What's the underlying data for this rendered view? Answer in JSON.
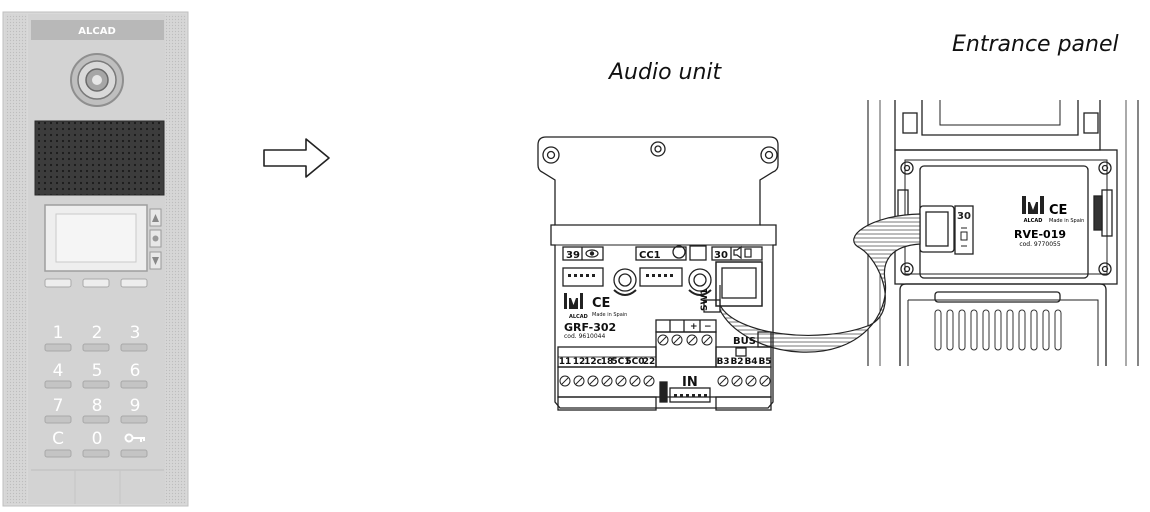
{
  "labels": {
    "audio_unit": "Audio unit",
    "entrance_panel": "Entrance panel"
  },
  "panel": {
    "brand": "ALCAD",
    "keys": [
      "1",
      "2",
      "3",
      "4",
      "5",
      "6",
      "7",
      "8",
      "9",
      "C",
      "0"
    ],
    "key_icon": "key-icon",
    "side_icons": [
      "up-arrow-icon",
      "dot-icon",
      "down-arrow-icon"
    ]
  },
  "audio_unit": {
    "terminal_39": "39",
    "terminal_cc1": "CC1",
    "terminal_30": "30",
    "brand": "ALCAD",
    "ce": "CE",
    "made_in": "Made in Spain",
    "model": "GRF-302",
    "code": "cod. 9610044",
    "switch": "SW1",
    "plus": "+",
    "minus": "−",
    "bus": "BUS",
    "in": "IN",
    "left_terminals": [
      "11",
      "12",
      "12c",
      "18",
      "5C1",
      "5C0",
      "22"
    ],
    "right_terminals": [
      "B3",
      "B2",
      "B4",
      "B5"
    ]
  },
  "rve": {
    "brand": "ALCAD",
    "ce": "CE",
    "made_in": "Made in Spain",
    "model": "RVE-019",
    "code": "cod. 9770055",
    "connector": "30"
  }
}
